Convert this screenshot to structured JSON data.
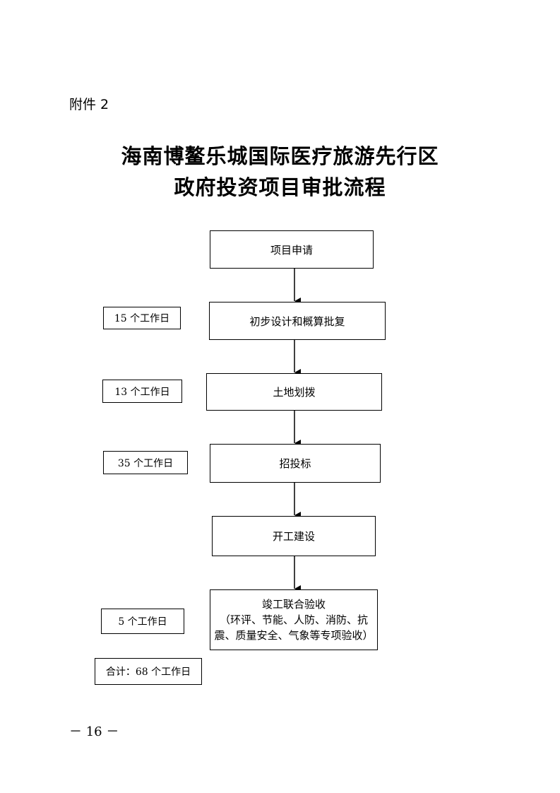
{
  "attachment_label": "附件 2",
  "title_line1": "海南博鳌乐城国际医疗旅游先行区",
  "title_line2": "政府投资项目审批流程",
  "steps": [
    {
      "label": "项目申请"
    },
    {
      "label": "初步设计和概算批复",
      "duration": "15 个工作日"
    },
    {
      "label": "土地划拨",
      "duration": "13 个工作日"
    },
    {
      "label": "招投标",
      "duration": "35 个工作日"
    },
    {
      "label": "开工建设"
    },
    {
      "label": "竣工联合验收",
      "detail_line1": "（环评、节能、人防、消防、抗",
      "detail_line2": "震、质量安全、气象等专项验收）",
      "duration": "5 个工作日"
    }
  ],
  "total": "合计：68 个工作日",
  "page_number": "－ 16 －"
}
